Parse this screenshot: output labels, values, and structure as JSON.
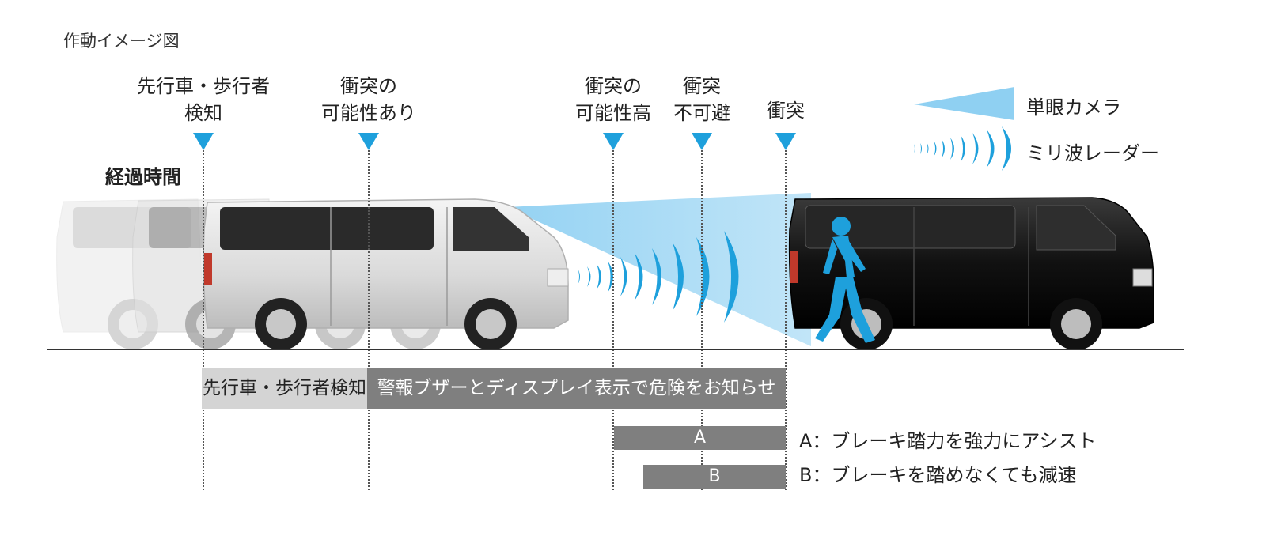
{
  "title": "作動イメージ図",
  "elapsed_label": "経過時間",
  "stages": [
    {
      "line1": "先行車・歩行者",
      "line2": "検知"
    },
    {
      "line1": "衝突の",
      "line2": "可能性あり"
    },
    {
      "line1": "衝突の",
      "line2": "可能性高"
    },
    {
      "line1": "衝突",
      "line2": "不可避"
    },
    {
      "line1": "衝突",
      "line2": ""
    }
  ],
  "legend": {
    "camera": "単眼カメラ",
    "radar": "ミリ波レーダー"
  },
  "bars": {
    "detect": "先行車・歩行者検知",
    "alarm": "警報ブザーとディスプレイ表示で危険をお知らせ"
  },
  "assist": {
    "a_tag": "A",
    "a_text": "A：ブレーキ踏力を強力にアシスト",
    "b_tag": "B",
    "b_text": "B：ブレーキを踏めなくても減速"
  },
  "colors": {
    "accent": "#1ea0dc",
    "sensor": "#8fd0f2",
    "bar_light": "#d4d4d4",
    "bar_dark": "#7f7f7f"
  }
}
